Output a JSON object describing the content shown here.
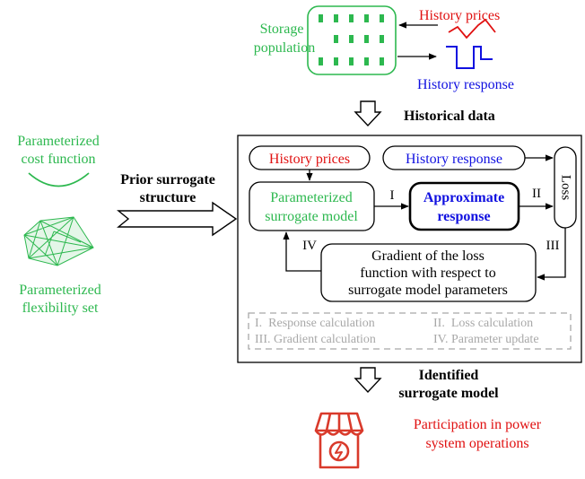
{
  "top": {
    "storage_line1": "Storage",
    "storage_line2": "population",
    "history_prices": "History prices",
    "history_response": "History response"
  },
  "historical_data_label": "Historical data",
  "left": {
    "cost_function_line1": "Parameterized",
    "cost_function_line2": "cost function",
    "prior_line1": "Prior surrogate",
    "prior_line2": "structure",
    "flex_line1": "Parameterized",
    "flex_line2": "flexibility set"
  },
  "main": {
    "history_prices": "History prices",
    "history_response": "History response",
    "model_line1": "Parameterized",
    "model_line2": "surrogate model",
    "approx_line1": "Approximate",
    "approx_line2": "response",
    "loss": "Loss",
    "step_I": "I",
    "step_II": "II",
    "step_III": "III",
    "step_IV": "IV",
    "gradient_line1": "Gradient of the loss",
    "gradient_line2": "function with respect to",
    "gradient_line3": "surrogate model parameters"
  },
  "legend": {
    "l1": "I.  Response calculation",
    "l2": "II.  Loss calculation",
    "l3": "III. Gradient calculation",
    "l4": "IV. Parameter update"
  },
  "identified_line1": "Identified",
  "identified_line2": "surrogate model",
  "participation_line1": "Participation in power",
  "participation_line2": "system operations",
  "colors": {
    "green": "#2db84f",
    "red": "#e01010",
    "blue": "#1010e0",
    "icon_red": "#d93a2b",
    "gray": "#a8a8a8"
  }
}
